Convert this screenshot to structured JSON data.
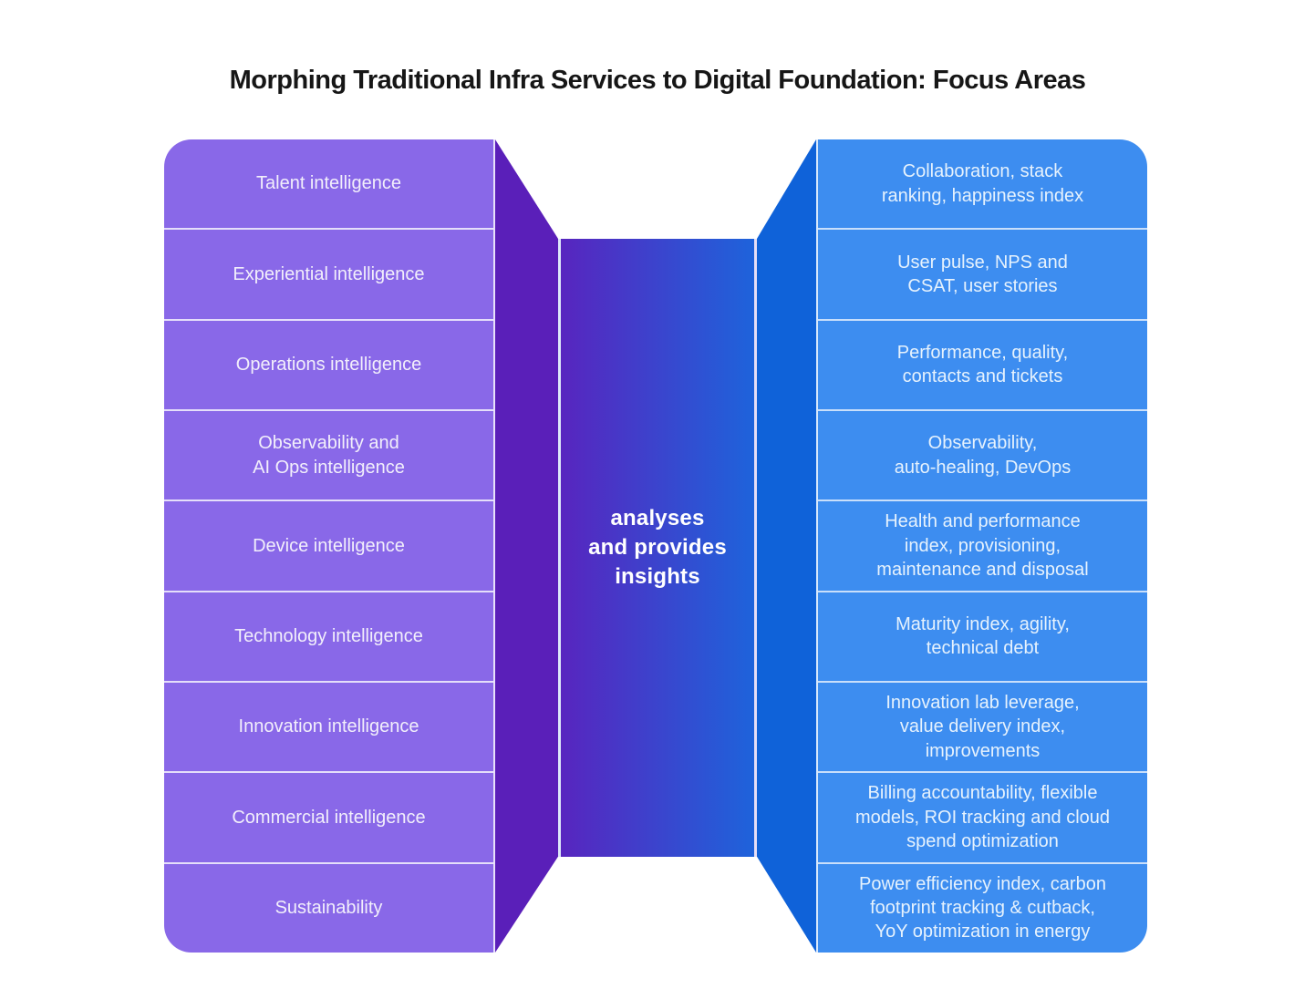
{
  "title": "Morphing Traditional Infra Services to Digital Foundation: Focus Areas",
  "center": {
    "label": "analyses\nand provides\ninsights"
  },
  "left_column": {
    "items": [
      "Talent intelligence",
      "Experiential intelligence",
      "Operations intelligence",
      "Observability and\nAI Ops intelligence",
      "Device intelligence",
      "Technology intelligence",
      "Innovation intelligence",
      "Commercial intelligence",
      "Sustainability"
    ]
  },
  "right_column": {
    "items": [
      "Collaboration, stack\nranking, happiness index",
      "User pulse, NPS and\nCSAT, user stories",
      "Performance, quality,\ncontacts and tickets",
      "Observability,\nauto-healing, DevOps",
      "Health and performance\nindex, provisioning,\nmaintenance and disposal",
      "Maturity index, agility,\ntechnical debt",
      "Innovation lab leverage,\nvalue delivery index,\nimprovements",
      "Billing accountability, flexible\nmodels, ROI tracking and cloud\nspend optimization",
      "Power efficiency index, carbon\nfootprint tracking & cutback,\nYoY optimization in energy"
    ]
  },
  "colors": {
    "title_text": "#161616",
    "left_column": "#8968E8",
    "left_fold": "#5A1FB9",
    "center_gradient_start": "#5825BF",
    "center_gradient_end": "#1E63DB",
    "right_fold": "#0F62D9",
    "right_column": "#3D8DF0"
  }
}
